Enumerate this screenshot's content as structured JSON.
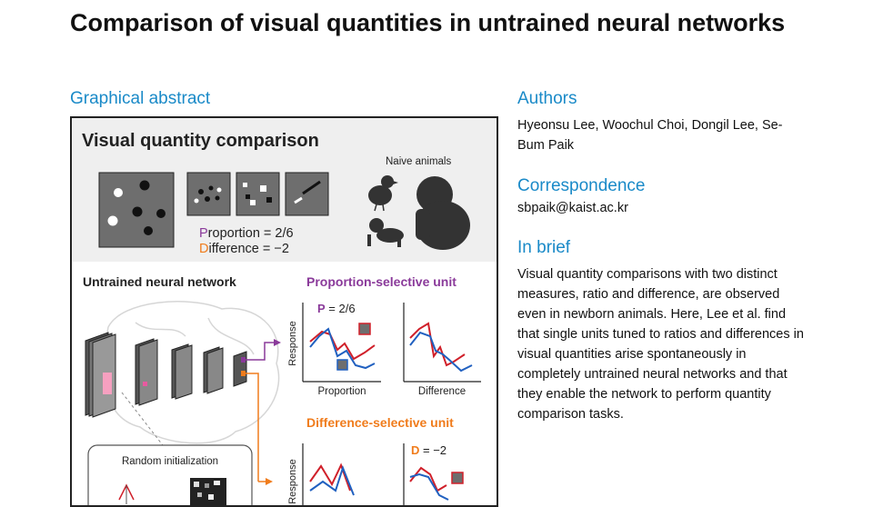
{
  "paper": {
    "title": "Comparison of visual quantities in untrained neural networks",
    "graphical_abstract_heading": "Graphical abstract",
    "authors_heading": "Authors",
    "authors": "Hyeonsu Lee, Woochul Choi, Dongil Lee, Se-Bum Paik",
    "correspondence_heading": "Correspondence",
    "correspondence": "sbpaik@kaist.ac.kr",
    "in_brief_heading": "In brief",
    "in_brief": "Visual quantity comparisons with two distinct measures, ratio and difference, are observed even in newborn animals. Here, Lee et al. find that single units tuned to ratios and differences in visual quantities arise spontaneously in completely untrained neural networks and that they enable the network to perform quantity comparison tasks."
  },
  "figure": {
    "panel_title": "Visual quantity comparison",
    "naive_animals": "Naive animals",
    "proportion_prefix": "P",
    "proportion_rest": "roportion = 2/6",
    "difference_prefix": "D",
    "difference_rest": "ifference = −2",
    "network_title": "Untrained neural network",
    "proportion_unit_title": "Proportion-selective unit",
    "difference_unit_title": "Difference-selective unit",
    "p_label": "P",
    "p_value": " = 2/6",
    "d_label": "D",
    "d_value": " = −2",
    "response_axis": "Response",
    "proportion_axis": "Proportion",
    "difference_axis": "Difference",
    "random_init": "Random initialization",
    "colors": {
      "purple": "#8a3a9a",
      "orange": "#f07c1c",
      "red": "#d0202a",
      "blue": "#2060c0",
      "accent": "#1a8ac8"
    }
  }
}
